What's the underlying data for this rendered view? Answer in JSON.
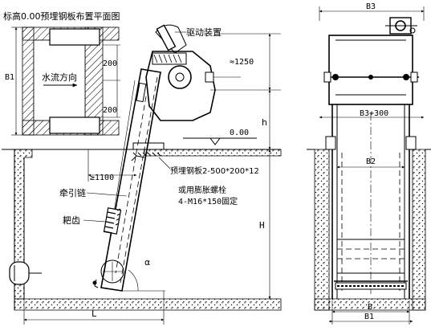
{
  "labels": {
    "plate_layout_title": "标高0.00预埋钢板布置平面图",
    "drive_device": "驱动装置",
    "water_flow": "水流方向",
    "dim_b1_left": "B1",
    "dim_200_top": "200",
    "dim_200_bottom": "200",
    "dim_1250": "≈1250",
    "dim_h": "h",
    "elevation_zero": "0.00",
    "dim_1100": "≥1100",
    "embedded_plate": "预埋钢板2-500*200*12",
    "expansion_bolt_line1": "或用膨胀螺栓",
    "expansion_bolt_line2": "4-M16*150固定",
    "traction_chain": "牵引链",
    "rake_tooth": "耙齿",
    "dim_H": "H",
    "angle_alpha": "α",
    "dim_L": "L",
    "dim_b3": "B3",
    "dim_b3_300": "B3+300",
    "dim_b2": "B2",
    "dim_b": "B",
    "dim_b1_right": "B1"
  }
}
